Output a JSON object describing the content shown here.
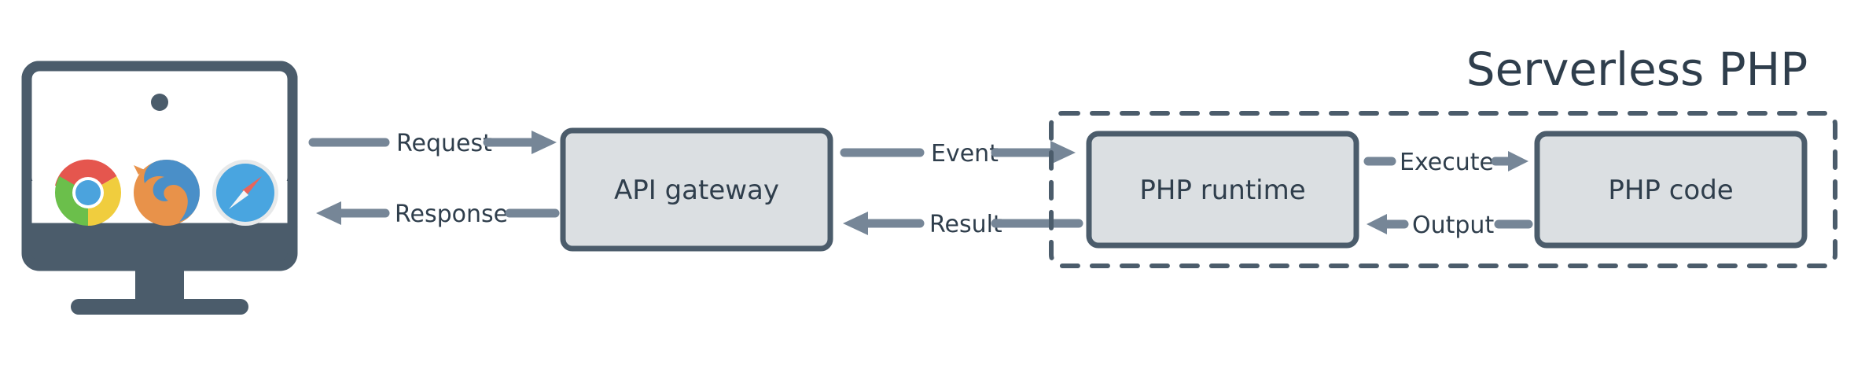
{
  "diagram": {
    "title": "Serverless PHP",
    "boundary_label": "Serverless PHP",
    "nodes": [
      {
        "id": "client",
        "label": "",
        "type": "monitor-icon"
      },
      {
        "id": "api-gateway",
        "label": "API gateway"
      },
      {
        "id": "php-runtime",
        "label": "PHP runtime"
      },
      {
        "id": "php-code",
        "label": "PHP code"
      }
    ],
    "edges": [
      {
        "id": "request",
        "label": "Request",
        "from": "client",
        "to": "api-gateway",
        "direction": "right"
      },
      {
        "id": "response",
        "label": "Response",
        "from": "api-gateway",
        "to": "client",
        "direction": "left"
      },
      {
        "id": "event",
        "label": "Event",
        "from": "api-gateway",
        "to": "php-runtime",
        "direction": "right"
      },
      {
        "id": "result",
        "label": "Result",
        "from": "php-runtime",
        "to": "api-gateway",
        "direction": "left"
      },
      {
        "id": "execute",
        "label": "Execute",
        "from": "php-runtime",
        "to": "php-code",
        "direction": "right"
      },
      {
        "id": "output",
        "label": "Output",
        "from": "php-code",
        "to": "php-runtime",
        "direction": "left"
      }
    ],
    "browsers": [
      {
        "id": "chrome",
        "name": "chrome-icon"
      },
      {
        "id": "firefox",
        "name": "firefox-icon"
      },
      {
        "id": "safari",
        "name": "safari-icon"
      }
    ],
    "colors": {
      "ink": "#435363",
      "text": "#2f3e4c",
      "box_fill": "#dbdfe2",
      "box_stroke": "#4b5c6b",
      "arrow": "#768697",
      "dashed_border": "#4b5c6b",
      "screen": "#ffffff",
      "chrome_red": "#e5564e",
      "chrome_green": "#6bbf4b",
      "chrome_yellow": "#f0cd3e",
      "chrome_blue": "#4ba3dd",
      "firefox_orange": "#e8924a",
      "firefox_blue": "#4a8fc8",
      "safari_blue": "#49a5e0",
      "safari_ring": "#e7e9ea",
      "safari_needle_red": "#e8655b",
      "safari_needle_white": "#f4f5f6"
    }
  }
}
